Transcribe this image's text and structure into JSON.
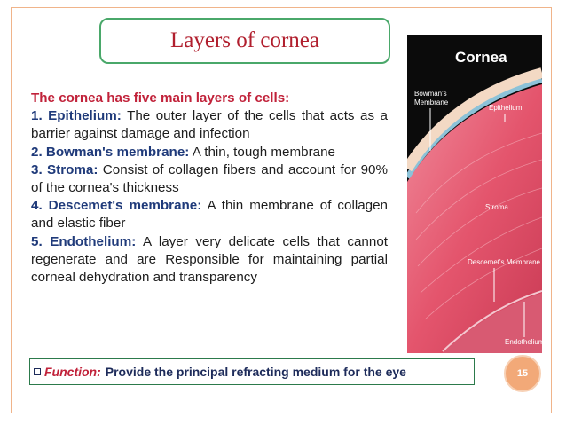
{
  "slide": {
    "title": "Layers of cornea",
    "intro": "The cornea has five main layers of cells:",
    "layers": [
      {
        "term": "1. Epithelium:",
        "desc": "The outer layer of the cells that acts as a barrier against damage and infection"
      },
      {
        "term": "2. Bowman's membrane:",
        "desc": "A thin, tough membrane"
      },
      {
        "term": "3. Stroma:",
        "desc": "Consist of collagen fibers and account for 90% of the cornea's thickness"
      },
      {
        "term": "4. Descemet's membrane:",
        "desc": "A thin membrane of collagen and elastic fiber"
      },
      {
        "term": "5. Endothelium:",
        "desc": "A layer very delicate cells that cannot regenerate and are Responsible for maintaining partial corneal dehydration and transparency"
      }
    ],
    "function_label": "Function:",
    "function_text": "Provide the principal refracting medium for the eye",
    "page_number": "15"
  },
  "figure": {
    "title": "Cornea",
    "labels": {
      "bowmans": [
        "Bowman's",
        "Membrane"
      ],
      "epithelium": "Epithelium",
      "stroma": "Stroma",
      "descemets": "Descemet's Membrane",
      "endothelium": "Endothelium"
    }
  },
  "colors": {
    "title": "#b11f2e",
    "intro": "#c1223a",
    "term": "#1f3a7a",
    "frame": "#f0b48a",
    "title_border": "#4aa86a",
    "page_circle": "#f2a978"
  }
}
